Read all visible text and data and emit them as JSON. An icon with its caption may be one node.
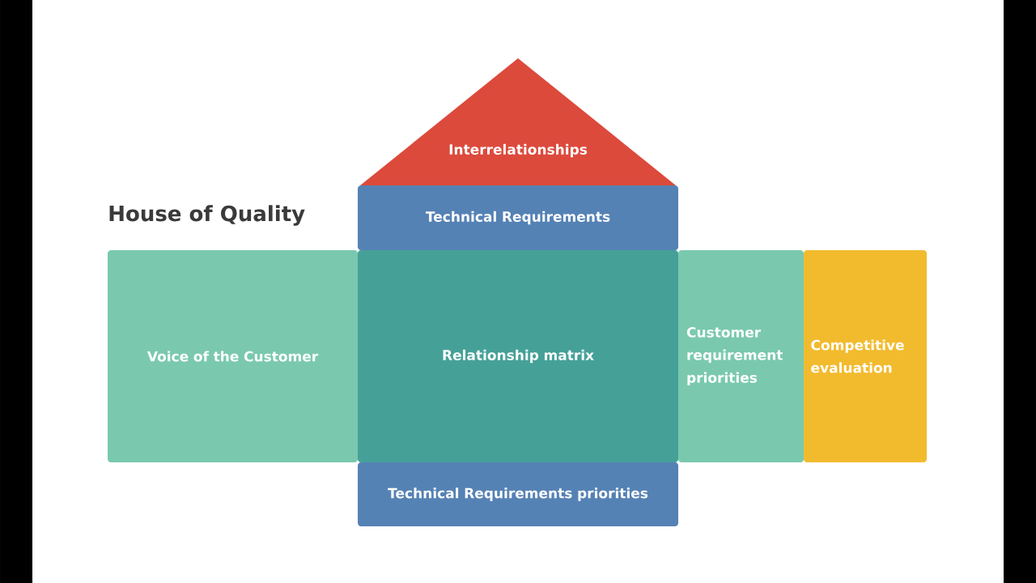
{
  "diagram": {
    "title": "House of Quality",
    "nodes": [
      {
        "text": [
          "Interrelationships"
        ]
      },
      {
        "text": [
          "Technical Requirements"
        ]
      },
      {
        "text": [
          "Voice of the Customer"
        ]
      },
      {
        "text": [
          "Relationship matrix"
        ]
      },
      {
        "text": [
          "Customer requirement priorities"
        ]
      },
      {
        "text": [
          "Competitive evaluation"
        ]
      },
      {
        "text": [
          "Technical Requirements priorities"
        ]
      }
    ]
  }
}
